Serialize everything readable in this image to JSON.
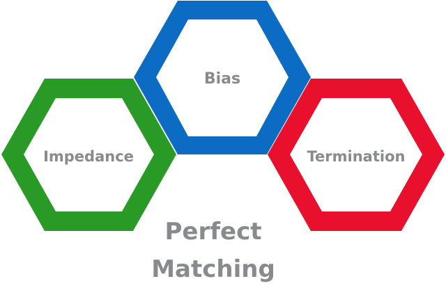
{
  "hexagons": [
    {
      "label": "Impedance",
      "color": "#2a9a27"
    },
    {
      "label": "Bias",
      "color": "#0c6cc4"
    },
    {
      "label": "Termination",
      "color": "#e8102c"
    }
  ],
  "title": {
    "line1": "Perfect",
    "line2": "Matching"
  },
  "text_color": "#888a8d"
}
